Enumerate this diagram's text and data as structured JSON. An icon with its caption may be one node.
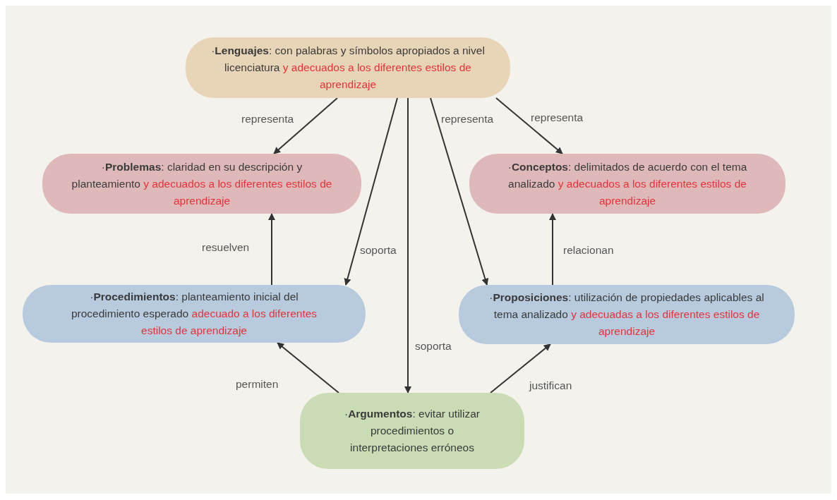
{
  "diagram": {
    "nodes": [
      {
        "text": [
          "·**Lenguajes**: con palabras y símbolos apropiados a nivel licenciatura",
          "y adecuados a los diferentes estilos de aprendizaje"
        ]
      },
      {
        "text": [
          "·**Problemas**: claridad en su descripción y planteamiento",
          "y adecuados a los diferentes estilos de aprendizaje"
        ]
      },
      {
        "text": [
          "·**Conceptos**: delimitados de acuerdo con el tema analizado",
          "y adecuados a los diferentes estilos de aprendizaje"
        ]
      },
      {
        "text": [
          "·**Procedimientos**: planteamiento inicial del procedimiento esperado",
          "adecuado a los diferentes estilos de aprendizaje"
        ]
      },
      {
        "text": [
          "·**Proposiciones**: utilización de propiedades aplicables al tema analizado",
          "y adecuadas a los diferentes estilos de aprendizaje"
        ]
      },
      {
        "text": [
          "·**Argumentos**: evitar utilizar procedimientos o interpretaciones erróneos"
        ]
      }
    ],
    "edges": [
      {
        "from": 0,
        "to": 1,
        "arrow": "to",
        "label": "representa"
      },
      {
        "from": 0,
        "to": 3,
        "arrow": "to",
        "label": "soporta"
      },
      {
        "from": 0,
        "to": 5,
        "arrow": "to",
        "label": "soporta"
      },
      {
        "from": 0,
        "to": 4,
        "arrow": "to",
        "label": "representa"
      },
      {
        "from": 0,
        "to": 2,
        "arrow": "to",
        "label": "representa"
      },
      {
        "from": 3,
        "to": 1,
        "arrow": "to",
        "label": "resuelven"
      },
      {
        "from": 4,
        "to": 2,
        "arrow": "to",
        "label": "relacionan"
      },
      {
        "from": 5,
        "to": 3,
        "arrow": "to",
        "label": "permiten"
      },
      {
        "from": 5,
        "to": 4,
        "arrow": "to",
        "label": "justifican"
      }
    ]
  }
}
